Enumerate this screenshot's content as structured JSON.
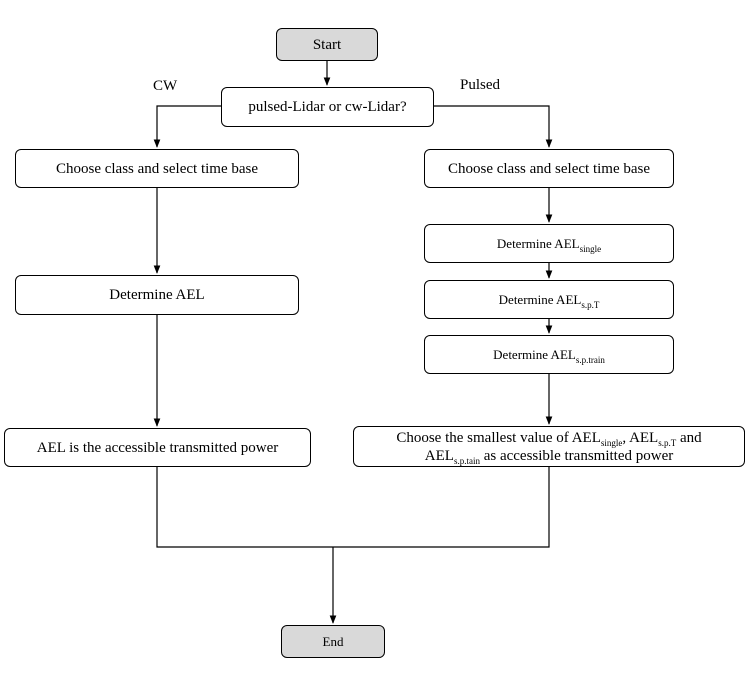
{
  "nodes": {
    "start": "Start",
    "decision": "pulsed-Lidar or cw-Lidar?",
    "cw_choose": "Choose class and select time base",
    "cw_determine": "Determine AEL",
    "cw_result": "AEL is the accessible transmitted power",
    "p_choose": "Choose class and select time base",
    "p_single": {
      "prefix": "Determine AEL",
      "sub": "single"
    },
    "p_spt": {
      "prefix": "Determine AEL",
      "sub": "s.p.T"
    },
    "p_sptrain": {
      "prefix": "Determine AEL",
      "sub": "s.p.train"
    },
    "p_result": {
      "l1_text": "Choose the smallest value of AEL",
      "l1_sub1": "single",
      "l1_mid": ", AEL",
      "l1_sub2": "s.p.T",
      "l1_end": " and",
      "l2_text": "AEL",
      "l2_sub": "s.p.tain",
      "l2_end": " as accessible transmitted power"
    },
    "end": "End"
  },
  "branch_labels": {
    "left": "CW",
    "right": "Pulsed"
  }
}
